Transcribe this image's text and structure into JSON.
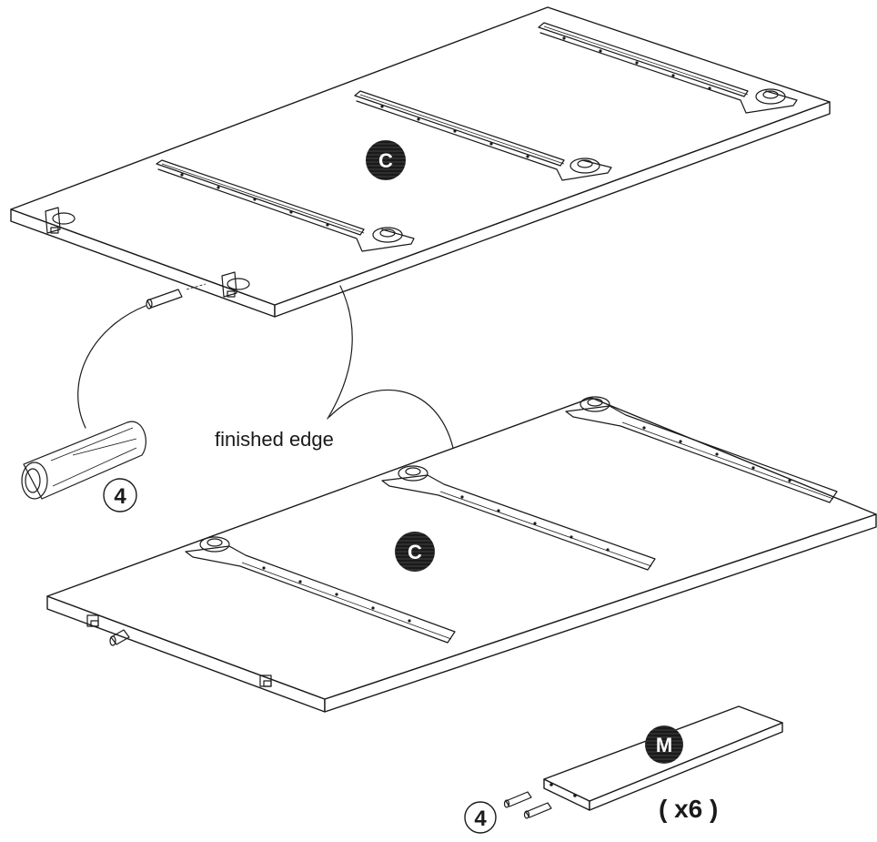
{
  "upper_panel": {
    "part_letter": "C"
  },
  "lower_panel": {
    "part_letter": "C"
  },
  "finished_edge_label": "finished edge",
  "dowel_callout": {
    "part_number": "4"
  },
  "rail_part": {
    "part_letter": "M",
    "dowel_part_number": "4",
    "quantity_label": "( x6 )"
  }
}
